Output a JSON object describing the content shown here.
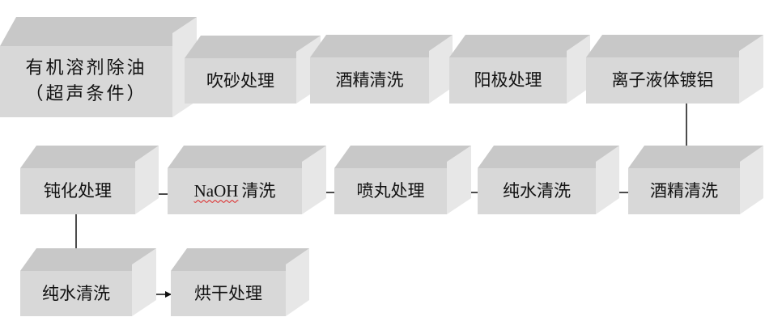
{
  "diagram": {
    "steps": [
      {
        "id": "s1",
        "line1": "有机溶剂除油",
        "line2": "（超声条件）"
      },
      {
        "id": "s2",
        "line1": "吹砂处理"
      },
      {
        "id": "s3",
        "line1": "酒精清洗"
      },
      {
        "id": "s4",
        "line1": "阳极处理"
      },
      {
        "id": "s5",
        "line1": "离子液体镀铝"
      },
      {
        "id": "s6",
        "line1": "酒精清洗"
      },
      {
        "id": "s7",
        "line1": "纯水清洗"
      },
      {
        "id": "s8",
        "line1": "喷丸处理"
      },
      {
        "id": "s9",
        "prefix": "NaOH",
        "line1": "清洗"
      },
      {
        "id": "s10",
        "line1": "钝化处理"
      },
      {
        "id": "s11",
        "line1": "纯水清洗"
      },
      {
        "id": "s12",
        "line1": "烘干处理"
      }
    ],
    "flow": [
      "s1",
      "s2",
      "s3",
      "s4",
      "s5",
      "s6",
      "s7",
      "s8",
      "s9",
      "s10",
      "s11",
      "s12"
    ],
    "colors": {
      "front": "#d8d8d8",
      "top": "#c8c8c8",
      "side": "#e7e7e7",
      "arrow": "#111111"
    }
  }
}
